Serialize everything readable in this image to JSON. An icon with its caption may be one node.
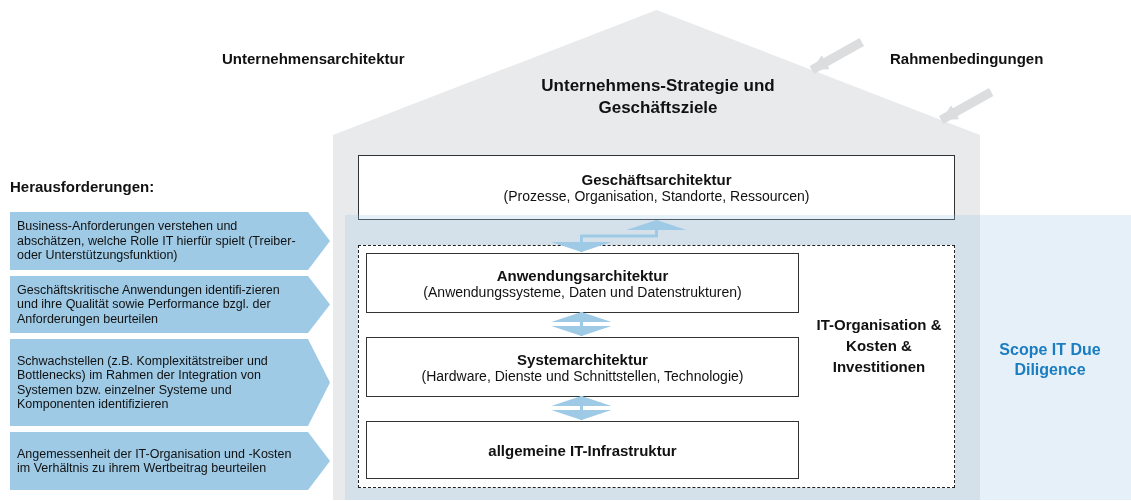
{
  "diagram": {
    "nodes": [
      {
        "text": [
          "Unternehmens-Strategie und Geschäftsziele"
        ]
      },
      {
        "text": [
          "Geschäftsarchitektur",
          "(Prozesse, Organisation, Standorte, Ressourcen)"
        ],
        "in": 0
      },
      {
        "text": [
          "Scope IT Due Diligence"
        ]
      },
      {
        "text": [
          "IT-Organisation & Kosten & Investitionen"
        ],
        "in": 2
      },
      {
        "text": [
          "Anwendungsarchitektur",
          "(Anwendungssysteme, Daten und Datenstrukturen)"
        ],
        "in": 3
      },
      {
        "text": [
          "Systemarchitektur",
          "(Hardware, Dienste und Schnittstellen, Technologie)"
        ],
        "in": 3
      },
      {
        "text": [
          "allgemeine IT-Infrastruktur"
        ],
        "in": 3
      },
      {
        "text": [
          "Business-Anforderungen verstehen und abschätzen, welche Rolle IT hierfür spielt (Treiber- oder Unterstützungsfunktion)"
        ]
      },
      {
        "text": [
          "Geschäftskritische Anwendungen identifi-zieren und ihre Qualität sowie Performance bzgl. der Anforderungen beurteilen"
        ]
      },
      {
        "text": [
          "Schwachstellen (z.B. Komplexitätstreiber und Bottlenecks) im Rahmen der Integration von Systemen bzw. einzelner Systeme und Komponenten identifizieren"
        ]
      },
      {
        "text": [
          "Angemessenheit der IT-Organisation und -Kosten im Verhältnis zu ihrem Wertbeitrag beurteilen"
        ]
      }
    ],
    "edges": [
      {
        "from": 4,
        "to": 1,
        "arrow": "both"
      },
      {
        "from": 5,
        "to": 4,
        "arrow": "both"
      },
      {
        "from": 6,
        "to": 5,
        "arrow": "both"
      },
      {
        "from": null,
        "to": 0,
        "arrow": "to",
        "style": "thick",
        "color": "#dcdddf"
      },
      {
        "from": null,
        "to": 0,
        "arrow": "to",
        "style": "thick",
        "color": "#dcdddf"
      }
    ],
    "labels": [
      "Unternehmensarchitektur",
      "Rahmenbedingungen",
      "Herausforderungen:"
    ]
  }
}
